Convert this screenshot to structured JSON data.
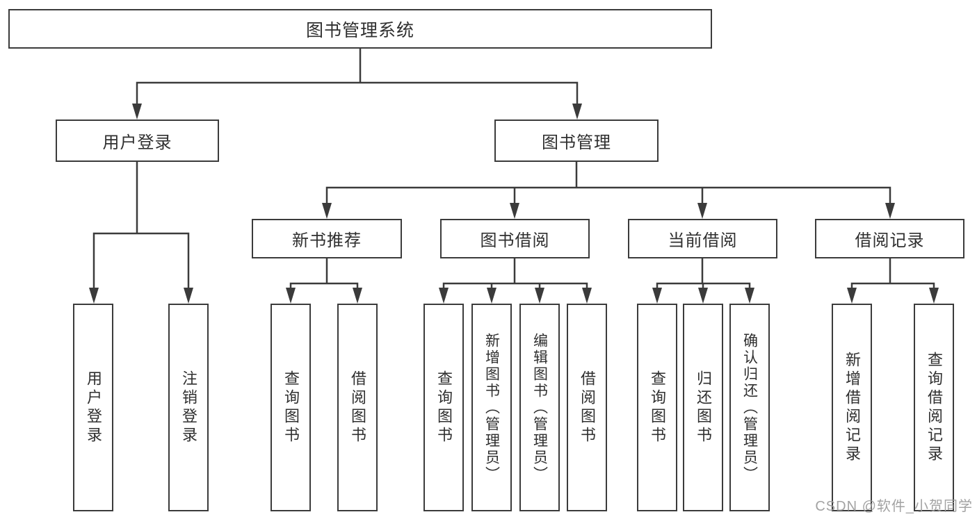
{
  "diagram": {
    "title_node": {
      "label": "图书管理系统"
    },
    "level2": [
      {
        "label": "用户登录"
      },
      {
        "label": "图书管理"
      }
    ],
    "level3": [
      {
        "label": "新书推荐"
      },
      {
        "label": "图书借阅"
      },
      {
        "label": "当前借阅"
      },
      {
        "label": "借阅记录"
      }
    ],
    "leaves": [
      {
        "label": "用户登录"
      },
      {
        "label": "注销登录"
      },
      {
        "label": "查询图书"
      },
      {
        "label": "借阅图书"
      },
      {
        "label": "查询图书"
      },
      {
        "label": "新增图书（管理员）"
      },
      {
        "label": "编辑图书（管理员）"
      },
      {
        "label": "借阅图书"
      },
      {
        "label": "查询图书"
      },
      {
        "label": "归还图书"
      },
      {
        "label": "确认归还（管理员）"
      },
      {
        "label": "新增借阅记录"
      },
      {
        "label": "查询借阅记录"
      }
    ],
    "watermark": "CSDN @软件_小贺同学",
    "colors": {
      "line": "#3b3b3b",
      "text": "#2f2f2f",
      "watermark": "#9b9b9b",
      "background": "#ffffff"
    }
  }
}
